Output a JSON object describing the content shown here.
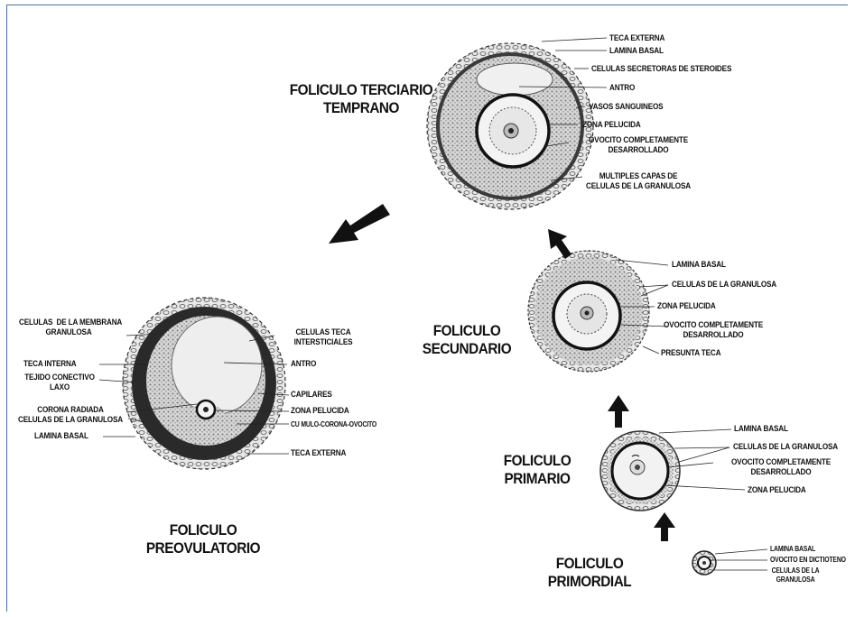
{
  "stages": {
    "terciario": "FOLICULO TERCIARIO\nTEMPRANO",
    "secundario": "FOLICULO\nSECUNDARIO",
    "primario": "FOLICULO\nPRIMARIO",
    "primordial": "FOLICULO\nPRIMORDIAL",
    "preovulatorio": "FOLICULO\nPREOVULATORIO"
  },
  "labels": {
    "terciario": {
      "teca_externa": "TECA EXTERNA",
      "lamina_basal": "LAMINA BASAL",
      "celulas_secretoras": "CELULAS SECRETORAS DE STEROIDES",
      "antro": "ANTRO",
      "vasos": "VASOS SANGUINEOS",
      "zona_pelucida": "ZONA PELUCIDA",
      "ovocito": "OVOCITO COMPLETAMENTE\nDESARROLLADO",
      "multiples_capas": "MULTIPLES CAPAS DE\nCELULAS DE LA GRANULOSA"
    },
    "secundario": {
      "lamina_basal": "LAMINA BASAL",
      "celulas_granulosa": "CELULAS DE LA GRANULOSA",
      "zona_pelucida": "ZONA PELUCIDA",
      "ovocito": "OVOCITO COMPLETAMENTE\nDESARROLLADO",
      "presunta_teca": "PRESUNTA TECA"
    },
    "primario": {
      "lamina_basal": "LAMINA BASAL",
      "celulas_granulosa": "CELULAS DE LA GRANULOSA",
      "ovocito": "OVOCITO COMPLETAMENTE\nDESARROLLADO",
      "zona_pelucida": "ZONA PELUCIDA"
    },
    "primordial": {
      "lamina_basal": "LAMINA BASAL",
      "ovocito_dictioteno": "OVOCITO EN DICTIOTENO",
      "celulas_granulosa": "CELULAS DE LA\nGRANULOSA"
    },
    "preovulatorio": {
      "celulas_membrana": "CELULAS  DE LA MEMBRANA\nGRANULOSA",
      "teca_interna": "TECA INTERNA",
      "tejido_conectivo": "TEJIDO CONECTIVO\nLAXO",
      "corona_radiada": "CORONA RADIADA\nCELULAS DE LA GRANULOSA",
      "lamina_basal": "LAMINA BASAL",
      "celulas_teca": "CELULAS TECA\nINTERSTICIALES",
      "antro": "ANTRO",
      "capilares": "CAPILARES",
      "zona_pelucida": "ZONA PELUCIDA",
      "cumulo": "CU MULO-CORONA-OVOCITO",
      "teca_externa": "TECA EXTERNA"
    }
  },
  "colors": {
    "ink": "#111111",
    "frame": "#4a6fa5",
    "granulosa": "#cfcfcf",
    "antro": "#eeeeee",
    "teca": "#2a2a2a"
  }
}
